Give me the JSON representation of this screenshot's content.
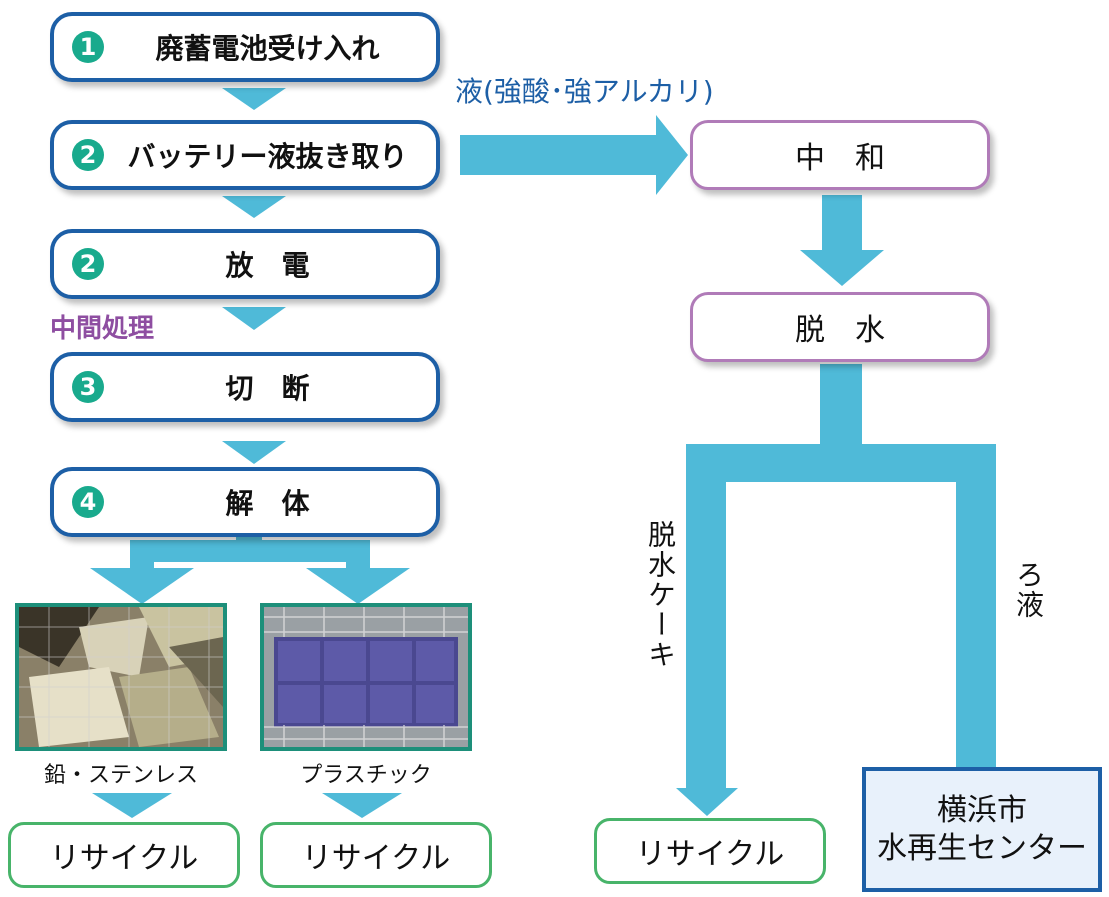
{
  "colors": {
    "arrow": "#4fbad8",
    "step_border": "#1d5fa6",
    "number_badge": "#19aa8d",
    "purple_border": "#b07bb8",
    "green_border": "#48b46a",
    "accent_text_blue": "#1d5fa6",
    "accent_text_purple": "#8e4ea1"
  },
  "steps": [
    {
      "num": "1",
      "label": "廃蓄電池受け入れ"
    },
    {
      "num": "2",
      "label": "バッテリー液抜き取り"
    },
    {
      "num": "2",
      "label": "放　電"
    },
    {
      "num": "3",
      "label": "切　断"
    },
    {
      "num": "4",
      "label": "解　体"
    }
  ],
  "annotations": {
    "liquid": "液(強酸･強アルカリ)",
    "intermediate": "中間処理"
  },
  "liquid_flow": {
    "neutralize": "中　和",
    "dehydrate": "脱　水",
    "cake_label": "脱水ケーキ",
    "filtrate_label": "ろ液"
  },
  "outputs": {
    "lead_stainless": "鉛・ステンレス",
    "plastic": "プラスチック",
    "recycle_1": "リサイクル",
    "recycle_2": "リサイクル",
    "recycle_3": "リサイクル",
    "facility_line1": "横浜市",
    "facility_line2": "水再生センター"
  },
  "icons": {
    "photo_1": "scrap-metal-photo",
    "photo_2": "plastic-casings-photo"
  }
}
